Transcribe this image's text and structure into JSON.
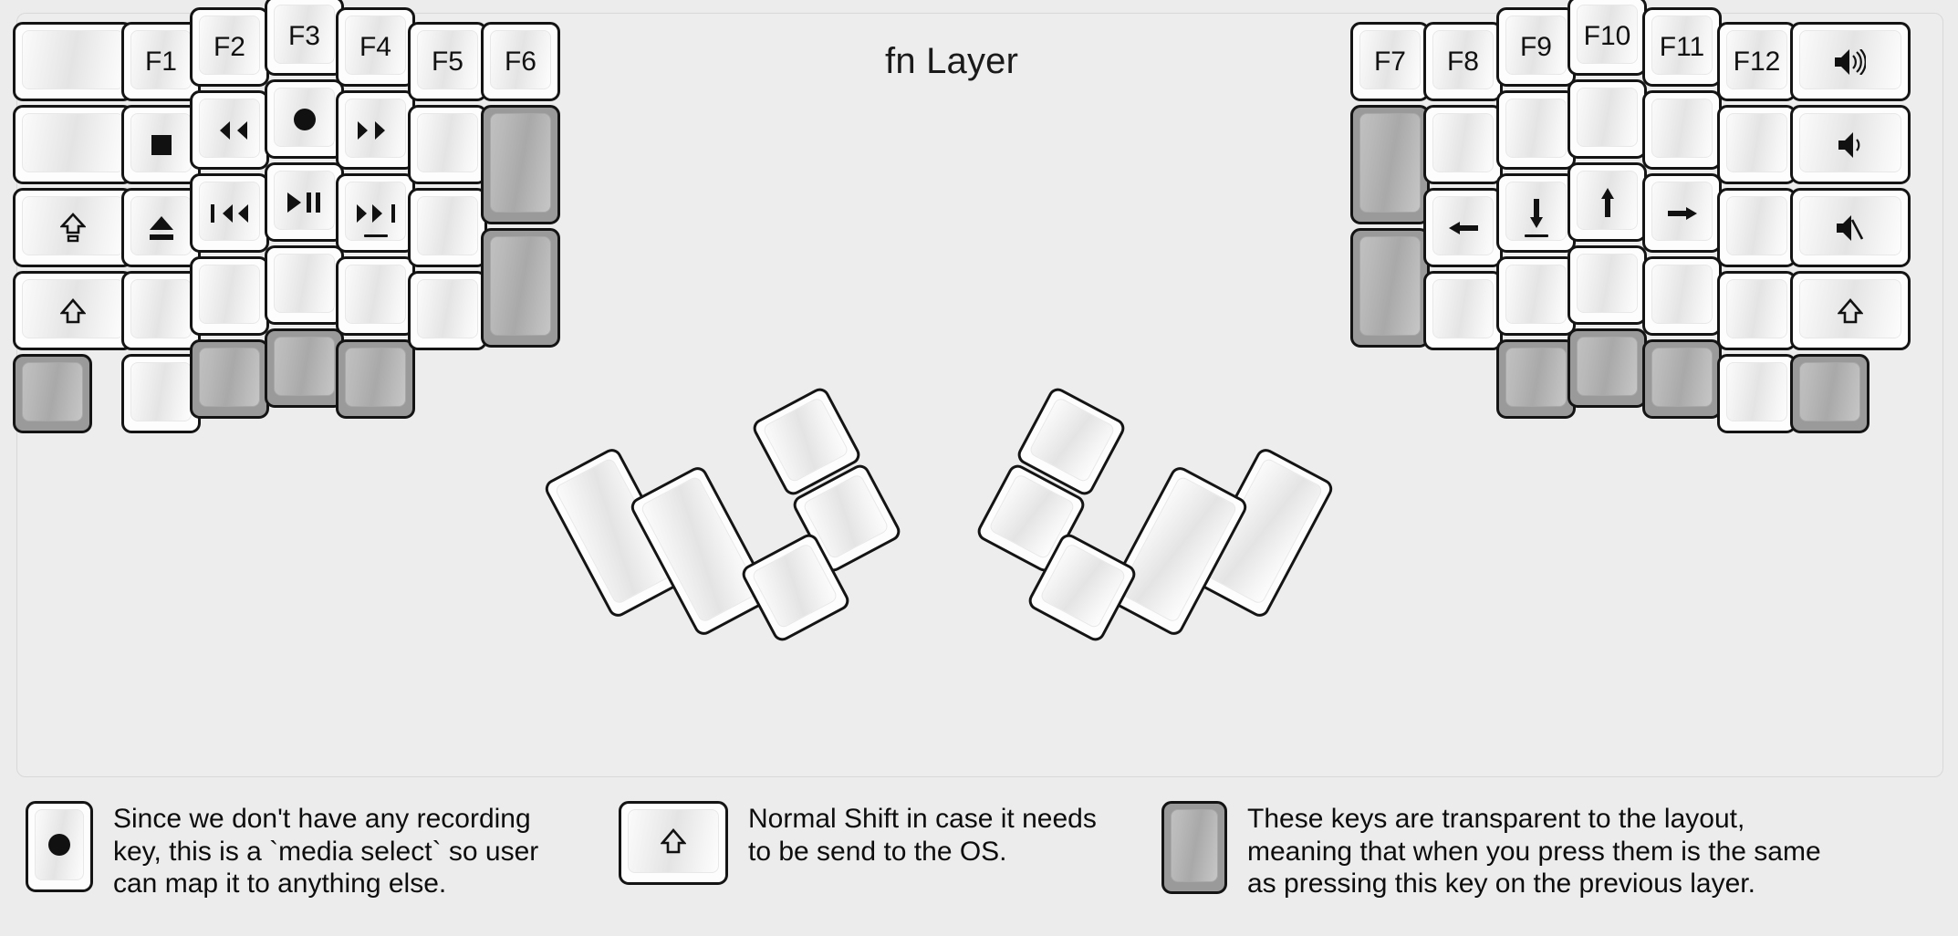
{
  "title": "fn Layer",
  "colors": {
    "background": "#ececec",
    "board": "#ededed",
    "key_face": "#fdfdfd",
    "key_border": "#141414",
    "transparent_key": "#9a9a9a",
    "text": "#111111"
  },
  "left_half": {
    "columns": [
      {
        "name": "col-outer-left",
        "keys": [
          {
            "label": "",
            "icon": "",
            "type": "blank",
            "width": 1.5,
            "height": 1
          },
          {
            "label": "",
            "icon": "",
            "type": "blank",
            "width": 1.5,
            "height": 1
          },
          {
            "label": "",
            "icon": "caps-lock-icon",
            "type": "icon",
            "width": 1.5,
            "height": 1
          },
          {
            "label": "",
            "icon": "shift-icon",
            "type": "icon",
            "width": 1.5,
            "height": 1
          },
          {
            "label": "",
            "icon": "",
            "type": "transparent",
            "width": 1,
            "height": 1
          }
        ]
      },
      {
        "name": "col-f1",
        "keys": [
          {
            "label": "F1",
            "icon": "",
            "type": "text",
            "width": 1,
            "height": 1
          },
          {
            "label": "",
            "icon": "stop-icon",
            "type": "icon",
            "width": 1,
            "height": 1
          },
          {
            "label": "",
            "icon": "eject-icon",
            "type": "icon",
            "width": 1,
            "height": 1
          },
          {
            "label": "",
            "icon": "",
            "type": "blank",
            "width": 1,
            "height": 1
          },
          {
            "label": "",
            "icon": "",
            "type": "blank",
            "width": 1,
            "height": 1
          }
        ]
      },
      {
        "name": "col-f2",
        "keys": [
          {
            "label": "F2",
            "icon": "",
            "type": "text",
            "width": 1,
            "height": 1
          },
          {
            "label": "",
            "icon": "rewind-icon",
            "type": "icon",
            "width": 1,
            "height": 1
          },
          {
            "label": "",
            "icon": "previous-track-icon",
            "type": "icon",
            "width": 1,
            "height": 1
          },
          {
            "label": "",
            "icon": "",
            "type": "blank",
            "width": 1,
            "height": 1
          },
          {
            "label": "",
            "icon": "",
            "type": "transparent",
            "width": 1,
            "height": 1
          }
        ]
      },
      {
        "name": "col-f3",
        "keys": [
          {
            "label": "F3",
            "icon": "",
            "type": "text",
            "width": 1,
            "height": 1
          },
          {
            "label": "",
            "icon": "record-icon",
            "type": "icon",
            "width": 1,
            "height": 1
          },
          {
            "label": "",
            "icon": "play-pause-icon",
            "type": "icon",
            "width": 1,
            "height": 1
          },
          {
            "label": "",
            "icon": "",
            "type": "blank",
            "width": 1,
            "height": 1
          },
          {
            "label": "",
            "icon": "",
            "type": "transparent",
            "width": 1,
            "height": 1
          }
        ]
      },
      {
        "name": "col-f4",
        "keys": [
          {
            "label": "F4",
            "icon": "",
            "type": "text",
            "width": 1,
            "height": 1
          },
          {
            "label": "",
            "icon": "fast-forward-icon",
            "type": "icon",
            "width": 1,
            "height": 1
          },
          {
            "label": "",
            "icon": "next-track-icon",
            "type": "icon",
            "width": 1,
            "height": 1,
            "underline": true
          },
          {
            "label": "",
            "icon": "",
            "type": "blank",
            "width": 1,
            "height": 1
          },
          {
            "label": "",
            "icon": "",
            "type": "transparent",
            "width": 1,
            "height": 1
          }
        ]
      },
      {
        "name": "col-f5",
        "keys": [
          {
            "label": "F5",
            "icon": "",
            "type": "text",
            "width": 1,
            "height": 1
          },
          {
            "label": "",
            "icon": "",
            "type": "blank",
            "width": 1,
            "height": 1
          },
          {
            "label": "",
            "icon": "",
            "type": "blank",
            "width": 1,
            "height": 1
          },
          {
            "label": "",
            "icon": "",
            "type": "blank",
            "width": 1,
            "height": 1
          }
        ]
      },
      {
        "name": "col-f6",
        "keys": [
          {
            "label": "F6",
            "icon": "",
            "type": "text",
            "width": 1,
            "height": 1
          },
          {
            "label": "",
            "icon": "",
            "type": "transparent",
            "width": 1,
            "height": 1.5
          },
          {
            "label": "",
            "icon": "",
            "type": "transparent",
            "width": 1,
            "height": 1.5
          }
        ]
      }
    ],
    "thumb_cluster": [
      {
        "name": "thumb-big-1",
        "type": "blank"
      },
      {
        "name": "thumb-big-2",
        "type": "blank"
      },
      {
        "name": "thumb-small-top",
        "type": "blank"
      },
      {
        "name": "thumb-small-mid",
        "type": "blank"
      },
      {
        "name": "thumb-small-bottom",
        "type": "blank"
      }
    ]
  },
  "right_half": {
    "columns": [
      {
        "name": "col-f7",
        "keys": [
          {
            "label": "F7",
            "icon": "",
            "type": "text",
            "width": 1,
            "height": 1
          },
          {
            "label": "",
            "icon": "",
            "type": "transparent",
            "width": 1,
            "height": 1.5
          },
          {
            "label": "",
            "icon": "",
            "type": "transparent",
            "width": 1,
            "height": 1.5
          }
        ]
      },
      {
        "name": "col-f8",
        "keys": [
          {
            "label": "F8",
            "icon": "",
            "type": "text",
            "width": 1,
            "height": 1
          },
          {
            "label": "",
            "icon": "",
            "type": "blank",
            "width": 1,
            "height": 1
          },
          {
            "label": "",
            "icon": "arrow-left-icon",
            "type": "icon",
            "width": 1,
            "height": 1
          },
          {
            "label": "",
            "icon": "",
            "type": "blank",
            "width": 1,
            "height": 1
          }
        ]
      },
      {
        "name": "col-f9",
        "keys": [
          {
            "label": "F9",
            "icon": "",
            "type": "text",
            "width": 1,
            "height": 1
          },
          {
            "label": "",
            "icon": "",
            "type": "blank",
            "width": 1,
            "height": 1
          },
          {
            "label": "",
            "icon": "arrow-down-icon",
            "type": "icon",
            "width": 1,
            "height": 1,
            "underline": true
          },
          {
            "label": "",
            "icon": "",
            "type": "blank",
            "width": 1,
            "height": 1
          },
          {
            "label": "",
            "icon": "",
            "type": "transparent",
            "width": 1,
            "height": 1
          }
        ]
      },
      {
        "name": "col-f10",
        "keys": [
          {
            "label": "F10",
            "icon": "",
            "type": "text",
            "width": 1,
            "height": 1
          },
          {
            "label": "",
            "icon": "",
            "type": "blank",
            "width": 1,
            "height": 1
          },
          {
            "label": "",
            "icon": "arrow-up-icon",
            "type": "icon",
            "width": 1,
            "height": 1
          },
          {
            "label": "",
            "icon": "",
            "type": "blank",
            "width": 1,
            "height": 1
          },
          {
            "label": "",
            "icon": "",
            "type": "transparent",
            "width": 1,
            "height": 1
          }
        ]
      },
      {
        "name": "col-f11",
        "keys": [
          {
            "label": "F11",
            "icon": "",
            "type": "text",
            "width": 1,
            "height": 1
          },
          {
            "label": "",
            "icon": "",
            "type": "blank",
            "width": 1,
            "height": 1
          },
          {
            "label": "",
            "icon": "arrow-right-icon",
            "type": "icon",
            "width": 1,
            "height": 1
          },
          {
            "label": "",
            "icon": "",
            "type": "blank",
            "width": 1,
            "height": 1
          },
          {
            "label": "",
            "icon": "",
            "type": "transparent",
            "width": 1,
            "height": 1
          }
        ]
      },
      {
        "name": "col-f12",
        "keys": [
          {
            "label": "F12",
            "icon": "",
            "type": "text",
            "width": 1,
            "height": 1
          },
          {
            "label": "",
            "icon": "",
            "type": "blank",
            "width": 1,
            "height": 1
          },
          {
            "label": "",
            "icon": "",
            "type": "blank",
            "width": 1,
            "height": 1
          },
          {
            "label": "",
            "icon": "",
            "type": "blank",
            "width": 1,
            "height": 1
          },
          {
            "label": "",
            "icon": "",
            "type": "blank",
            "width": 1,
            "height": 1
          }
        ]
      },
      {
        "name": "col-outer-right",
        "keys": [
          {
            "label": "",
            "icon": "volume-up-icon",
            "type": "icon",
            "width": 1.5,
            "height": 1
          },
          {
            "label": "",
            "icon": "volume-down-icon",
            "type": "icon",
            "width": 1.5,
            "height": 1
          },
          {
            "label": "",
            "icon": "volume-mute-icon",
            "type": "icon",
            "width": 1.5,
            "height": 1
          },
          {
            "label": "",
            "icon": "shift-icon",
            "type": "icon",
            "width": 1.5,
            "height": 1
          },
          {
            "label": "",
            "icon": "",
            "type": "transparent",
            "width": 1,
            "height": 1
          }
        ]
      }
    ],
    "thumb_cluster": [
      {
        "name": "thumb-big-1",
        "type": "blank"
      },
      {
        "name": "thumb-big-2",
        "type": "blank"
      },
      {
        "name": "thumb-small-top",
        "type": "blank"
      },
      {
        "name": "thumb-small-mid",
        "type": "blank"
      },
      {
        "name": "thumb-small-bottom",
        "type": "blank"
      }
    ]
  },
  "legend": [
    {
      "icon": "record-icon",
      "key_type": "normal",
      "text": "Since we don't have any recording\nkey, this is a `media select` so user\ncan map it to anything else."
    },
    {
      "icon": "shift-icon",
      "key_type": "normal",
      "text": "Normal Shift in case it needs\nto be send to the OS."
    },
    {
      "icon": "",
      "key_type": "transparent",
      "text": "These keys are transparent to the layout,\nmeaning that when you press them is the same\nas pressing this key on the previous layer."
    }
  ]
}
